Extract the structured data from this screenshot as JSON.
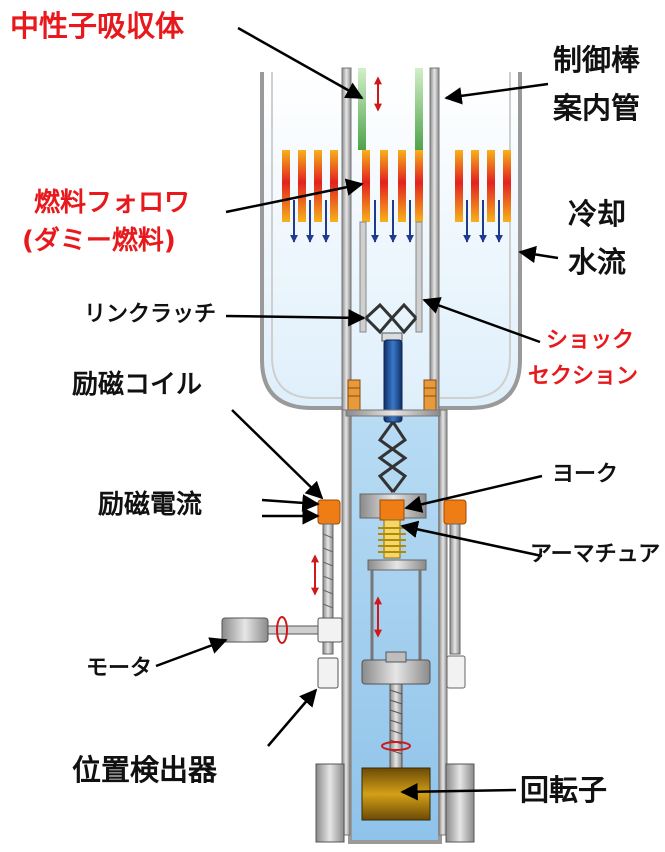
{
  "labels": {
    "neutron_absorber": "中性子吸収体",
    "control_rod_guide_1": "制御棒",
    "control_rod_guide_2": "案内管",
    "fuel_follower_1": "燃料フォロワ",
    "fuel_follower_2": "(ダミー燃料)",
    "cooling_water_1": "冷却",
    "cooling_water_2": "水流",
    "link_latch": "リンクラッチ",
    "shock_section_1": "ショック",
    "shock_section_2": "セクション",
    "excitation_coil": "励磁コイル",
    "excitation_current": "励磁電流",
    "yoke": "ヨーク",
    "armature": "アーマチュア",
    "motor": "モータ",
    "position_detector": "位置検出器",
    "rotor": "回転子"
  },
  "colors": {
    "label_red": "#e8191c",
    "label_black": "#111111",
    "water_blue": "#a9d2f0",
    "absorber_green": "#5fb35a",
    "fuel_orange": "#f28a1e",
    "coil_orange": "#ee7d16",
    "rod_blue": "#1d4e99",
    "rotor_gold": "#b8860b"
  }
}
